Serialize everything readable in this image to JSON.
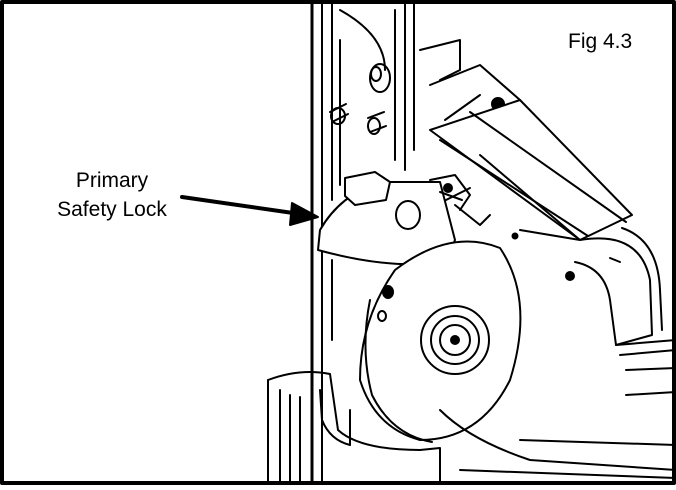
{
  "figure": {
    "label": "Fig 4.3",
    "callout": {
      "line1": "Primary",
      "line2": "Safety Lock"
    }
  },
  "colors": {
    "line": "#000000",
    "background": "#ffffff"
  }
}
